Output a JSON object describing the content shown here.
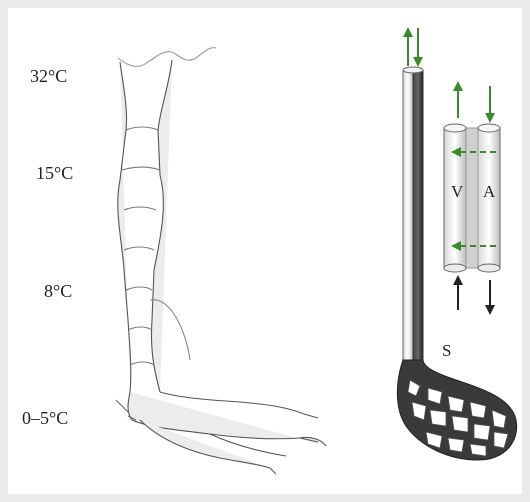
{
  "temperatures": [
    "32°C",
    "15°C",
    "8°C",
    "0–5°C"
  ],
  "labels": {
    "vein": "V",
    "artery": "A",
    "network": "S"
  },
  "colors": {
    "arrow_green": "#3a8a2a",
    "vessel_gray": "#9a9a9a",
    "vessel_dark": "#2a2a2a"
  }
}
